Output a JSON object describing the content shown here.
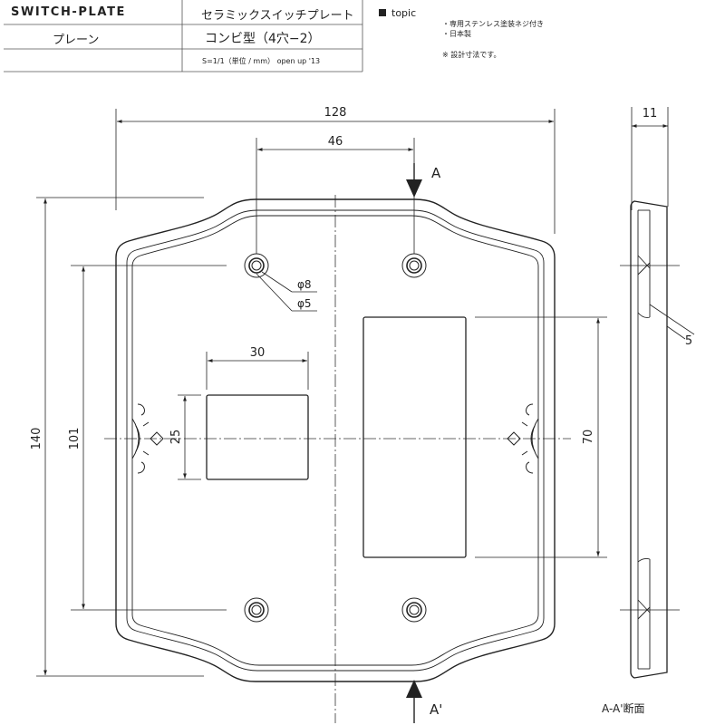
{
  "header": {
    "product_title": "SWITCH-PLATE",
    "variant": "プレーン",
    "name_jp": "セラミックスイッチプレート",
    "type_jp": "コンビ型（4穴−2）",
    "scale_note": "S=1/1（単位 / mm）  open up '13",
    "topic_label": "topic",
    "notes": [
      "・専用ステンレス塗装ネジ付き",
      "・日本製",
      "※ 設計寸法です。"
    ]
  },
  "dimensions": {
    "width": "128",
    "hole_spacing": "46",
    "height": "140",
    "hole_vertical": "101",
    "small_opening_width": "30",
    "small_opening_height": "25",
    "large_opening_height": "70",
    "hole_outer": "φ8",
    "hole_inner": "φ5",
    "thickness": "11",
    "edge": "5"
  },
  "section": {
    "top_marker": "A",
    "bottom_marker": "A'",
    "caption": "A-A'断面"
  }
}
